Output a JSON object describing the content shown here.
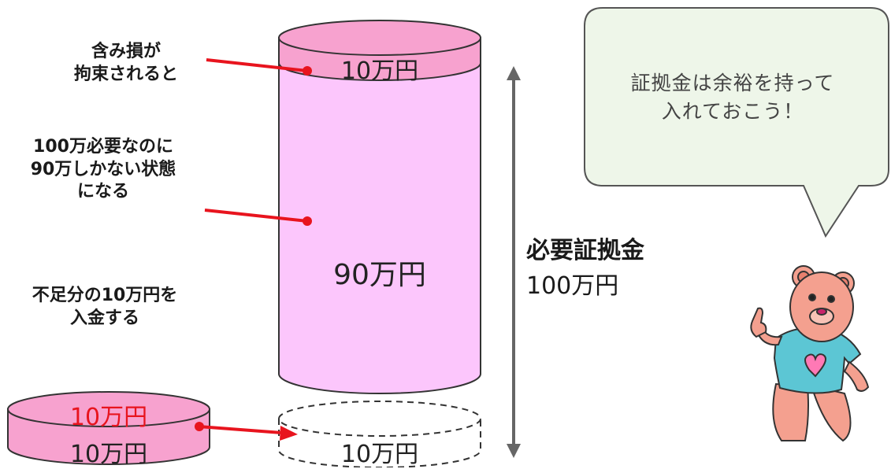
{
  "labels": {
    "loss": "含み損が\n拘束されると",
    "shortage": "100万必要なのに\n90万しかない状態\nになる",
    "deposit": "不足分の10万円を\n入金する"
  },
  "cylinder": {
    "top_amount": "10万円",
    "main_amount": "90万円",
    "dashed_amount": "10万円"
  },
  "small_cylinder": {
    "top_amount": "10万円",
    "bottom_amount": "10万円"
  },
  "requirement": {
    "title": "必要証拠金",
    "amount": "100万円"
  },
  "bubble": {
    "text": "証拠金は余裕を持って\n入れておこう！"
  },
  "colors": {
    "cylinder_fill": "#fcc6fc",
    "cylinder_top_band": "#f7a2cf",
    "arrow_red": "#e8141e",
    "highlight_text": "#e8141e",
    "bubble_fill": "#eef6e9",
    "measure_arrow": "#666666"
  }
}
